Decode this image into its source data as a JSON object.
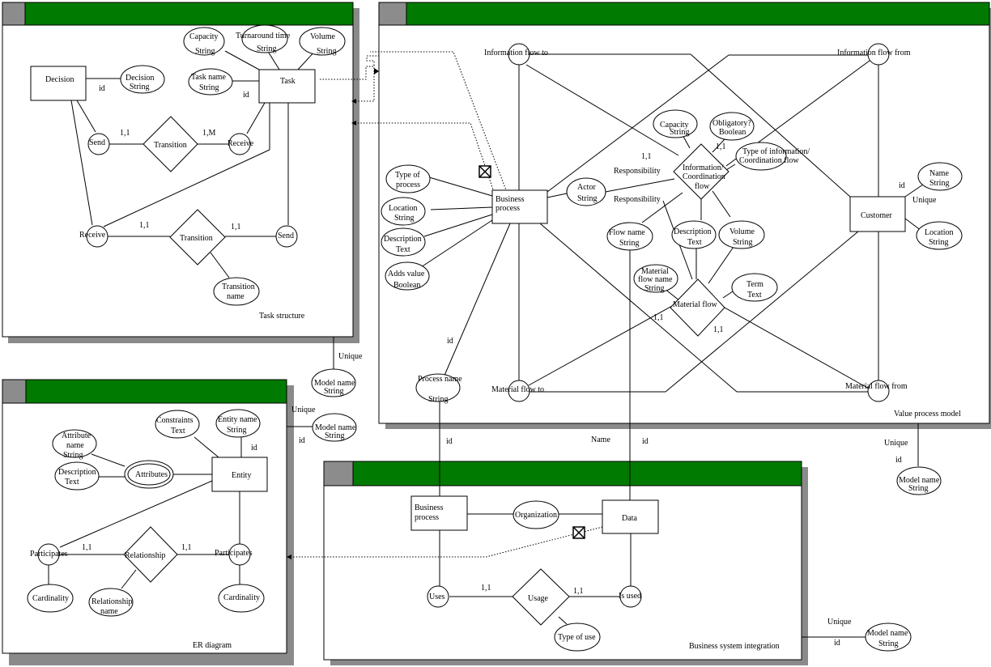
{
  "windows": {
    "task": {
      "caption": "Task structure"
    },
    "vpm": {
      "caption": "Value process model"
    },
    "er": {
      "caption": "ER diagram"
    },
    "bsi": {
      "caption": "Business system integration"
    }
  },
  "task": {
    "decision": "Decision",
    "task": "Task",
    "capacity": [
      "Capacity",
      "String"
    ],
    "turnaround": [
      "Turnaround time",
      "String"
    ],
    "volume": [
      "Volume",
      "String"
    ],
    "taskname": [
      "Task name",
      "String"
    ],
    "decision_attr": [
      "Decision",
      "String"
    ],
    "send1": "Send",
    "receive1": "Receive",
    "transition1": "Transition",
    "receive2": "Receive",
    "send2": "Send",
    "transition2": "Transition",
    "transition_name": [
      "Transition",
      "name"
    ],
    "id_decision": "id",
    "id_task": "id",
    "card_11a": "1,1",
    "card_1m": "1,M",
    "card_11b": "1,1",
    "card_11c": "1,1"
  },
  "external": {
    "unique1": "Unique",
    "modelname1": [
      "Model name",
      "String"
    ],
    "unique2": "Unique",
    "id2": "id",
    "modelname2": [
      "Model name",
      "String"
    ],
    "unique3": "Unique",
    "id3": "id",
    "modelname3": [
      "Model name",
      "String"
    ],
    "unique4": "Unique",
    "id4": "id",
    "modelname4": [
      "Model name",
      "String"
    ],
    "name_label": "Name",
    "id_name": "id",
    "id_proc": "id"
  },
  "vpm": {
    "info_flow_to": "Information flow to",
    "info_flow_from": "Information flow from",
    "business_process": [
      "Business",
      "process"
    ],
    "type_of_process": [
      "Type of",
      "process"
    ],
    "location": [
      "Location",
      "String"
    ],
    "description": [
      "Description",
      "Text"
    ],
    "adds_value": [
      "Adds value",
      "Boolean"
    ],
    "actor": [
      "Actor",
      "String"
    ],
    "capacity": [
      "Capacity",
      "String"
    ],
    "obligatory": [
      "Obligatory?",
      "Boolean"
    ],
    "info_coord": [
      "Information/",
      "Coordination",
      "flow"
    ],
    "type_info": [
      "Type of information/",
      "Coordination flow"
    ],
    "responsibility1": "Responsibility",
    "responsibility2": "Responsibility",
    "card_11a": "1,1",
    "card_11b": "1,1",
    "customer": "Customer",
    "name": [
      "Name",
      "String"
    ],
    "id_customer": "id",
    "unique": "Unique",
    "location2": [
      "Location",
      "String"
    ],
    "flow_name": [
      "Flow name",
      "String"
    ],
    "description2": [
      "Description",
      "Text"
    ],
    "volume": [
      "Volume",
      "String"
    ],
    "material_flow_name": [
      "Material",
      "flow name",
      "String"
    ],
    "material_flow": "Material flow",
    "term": [
      "Term",
      "Text"
    ],
    "card_11c": "1,1",
    "card_11d": "1,1",
    "id_bp": "id",
    "process_name": [
      "Process name",
      "String"
    ],
    "material_flow_to": "Material flow to",
    "material_flow_from": "Material flow from"
  },
  "er": {
    "attribute_name": [
      "Attribute",
      "name",
      "String"
    ],
    "description": [
      "Description",
      "Text"
    ],
    "attributes": "Attributes",
    "constraints": [
      "Constraints",
      "Text"
    ],
    "entity_name": [
      "Entity name",
      "String"
    ],
    "id_entity": "id",
    "entity": "Entity",
    "participates1": "Participates",
    "participates2": "Participates",
    "relationship": "Relationship",
    "cardinality1": "Cardinality",
    "cardinality2": "Cardinality",
    "relationship_name": [
      "Relationship",
      "name"
    ],
    "card_11a": "1,1",
    "card_11b": "1,1"
  },
  "bsi": {
    "business_process": [
      "Business",
      "process"
    ],
    "organization": "Organization",
    "data": "Data",
    "uses": "Uses",
    "usage": "Usage",
    "is_used": "Is used",
    "type_of_use": "Type of use",
    "card_11a": "1,1",
    "card_11b": "1,1"
  },
  "colors": {
    "titlebar": "#007a00",
    "titlebox": "#8c8c8c",
    "shadow": "#8a8a8a"
  }
}
